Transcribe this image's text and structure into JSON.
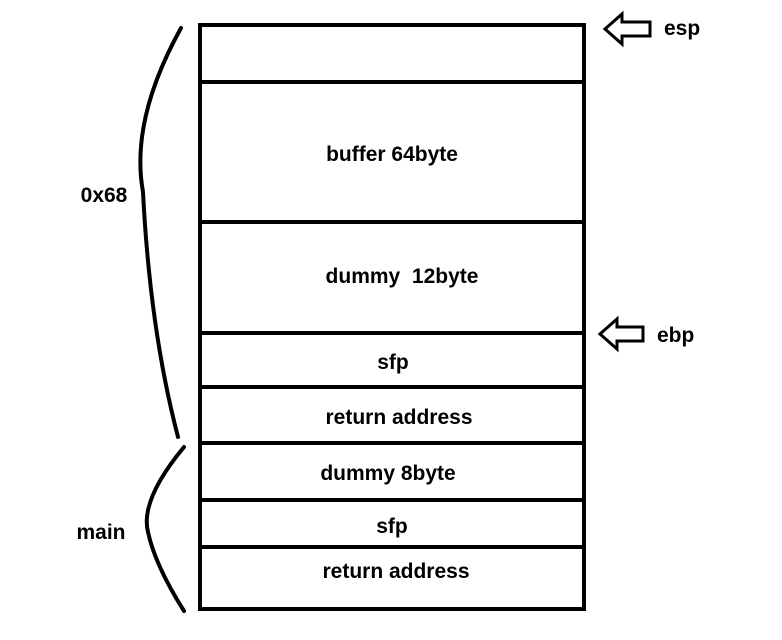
{
  "stack": {
    "segments": [
      {
        "label": ""
      },
      {
        "label": "buffer 64byte"
      },
      {
        "label": "dummy  12byte"
      },
      {
        "label": "sfp"
      },
      {
        "label": "return address"
      },
      {
        "label": "dummy 8byte"
      },
      {
        "label": "sfp"
      },
      {
        "label": "return address"
      }
    ]
  },
  "pointers": {
    "esp": "esp",
    "ebp": "ebp"
  },
  "braces": {
    "upper": "0x68",
    "lower": "main"
  },
  "colors": {
    "stroke": "#000000",
    "background": "#ffffff"
  }
}
